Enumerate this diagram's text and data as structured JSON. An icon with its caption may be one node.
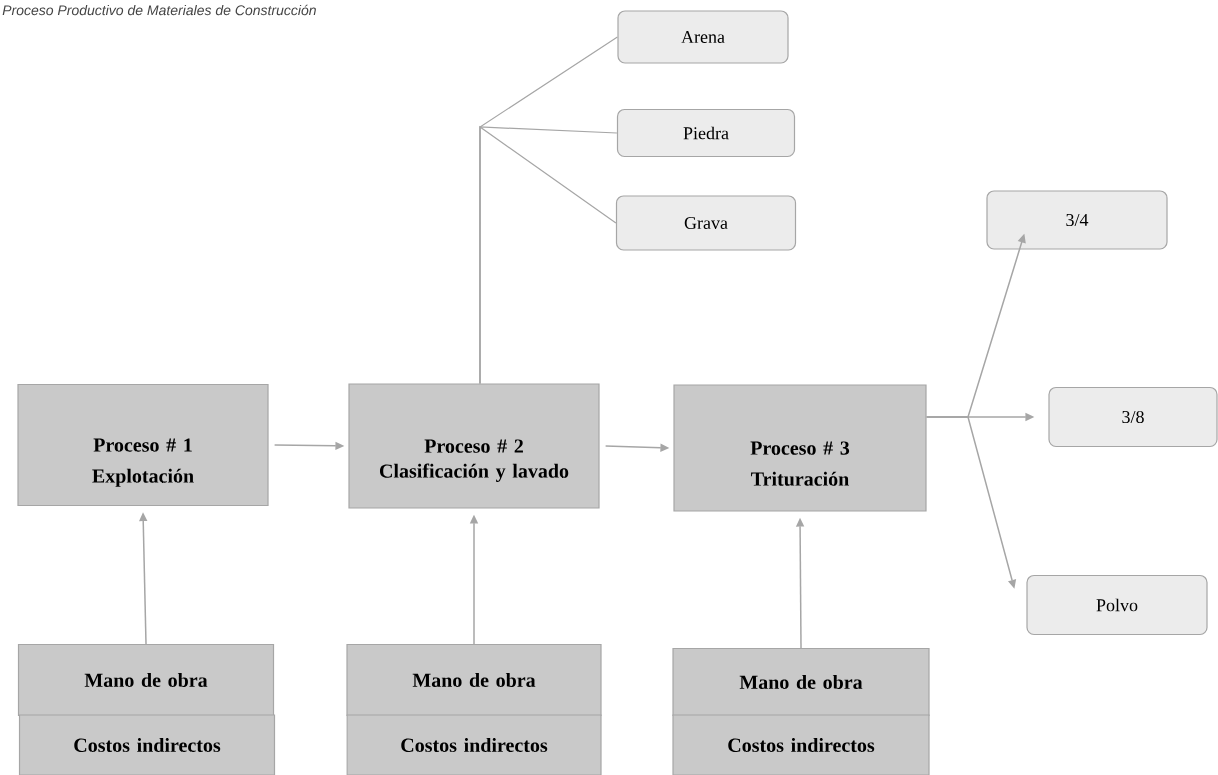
{
  "diagram": {
    "title": "Proceso Productivo de Materiales de Construcción",
    "nodes": [
      {
        "text": [
          "Proceso # 1",
          "Explotación"
        ]
      },
      {
        "text": [
          "Proceso # 2",
          "Clasificación y lavado"
        ]
      },
      {
        "text": [
          "Proceso # 3",
          "Trituración"
        ]
      },
      {
        "text": [
          "Arena"
        ]
      },
      {
        "text": [
          "Piedra"
        ]
      },
      {
        "text": [
          "Grava"
        ]
      },
      {
        "text": [
          "3/4"
        ]
      },
      {
        "text": [
          "3/8"
        ]
      },
      {
        "text": [
          "Polvo"
        ]
      },
      {
        "text": [
          "Mano de obra"
        ]
      },
      {
        "text": [
          "Costos indirectos"
        ]
      },
      {
        "text": [
          "Mano de obra"
        ]
      },
      {
        "text": [
          "Costos indirectos"
        ]
      },
      {
        "text": [
          "Mano de obra"
        ]
      },
      {
        "text": [
          "Costos indirectos"
        ]
      }
    ],
    "edges": [
      {
        "from": 0,
        "to": 1,
        "arrow": "to"
      },
      {
        "from": 1,
        "to": 2,
        "arrow": "to"
      },
      {
        "from": 1,
        "to": 3,
        "arrow": "none"
      },
      {
        "from": 1,
        "to": 4,
        "arrow": "none"
      },
      {
        "from": 1,
        "to": 5,
        "arrow": "none"
      },
      {
        "from": 2,
        "to": 6,
        "arrow": "to"
      },
      {
        "from": 2,
        "to": 7,
        "arrow": "to"
      },
      {
        "from": 2,
        "to": 8,
        "arrow": "to"
      },
      {
        "from": 9,
        "to": 0,
        "arrow": "to"
      },
      {
        "from": 11,
        "to": 1,
        "arrow": "to"
      },
      {
        "from": 13,
        "to": 2,
        "arrow": "to"
      }
    ]
  }
}
